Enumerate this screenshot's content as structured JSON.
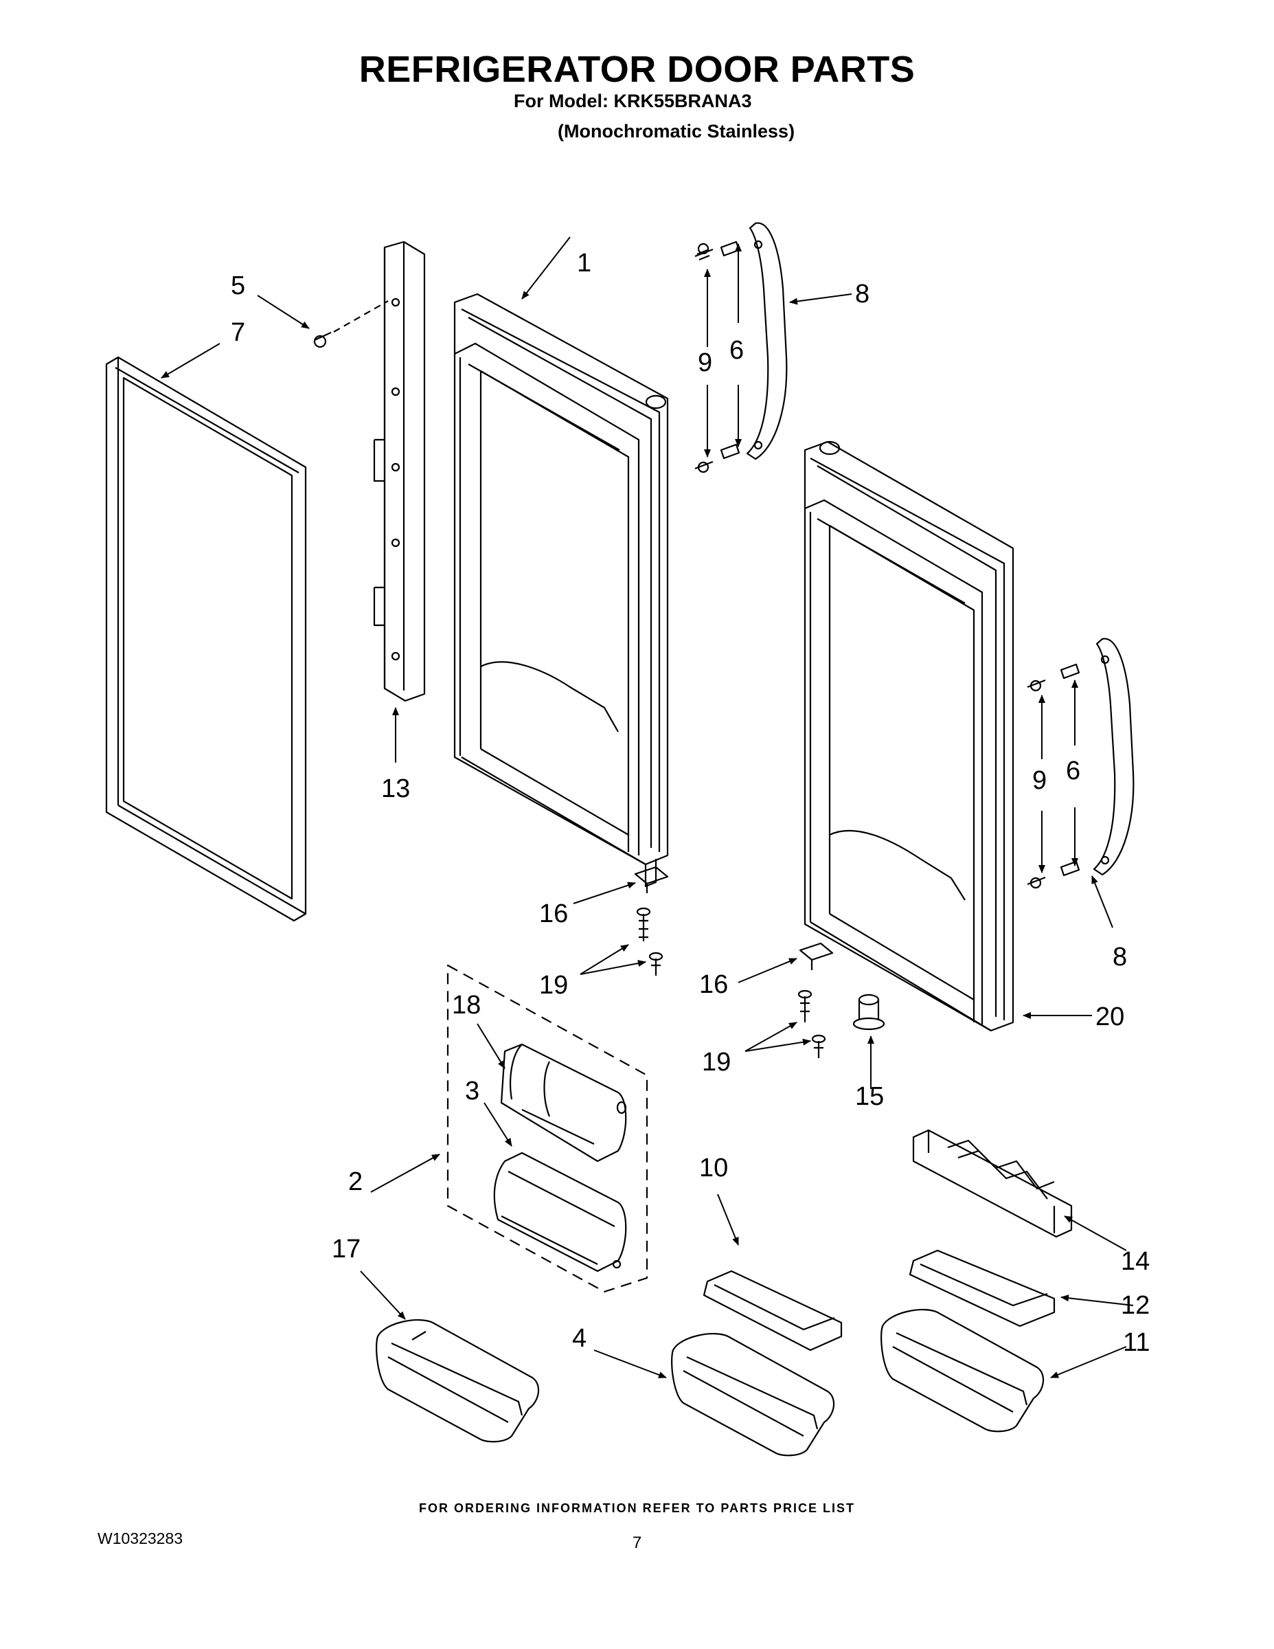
{
  "header": {
    "title": "REFRIGERATOR DOOR PARTS",
    "model_line": "For Model: KRK55BRANA3",
    "variant_line": "(Monochromatic Stainless)"
  },
  "callouts": {
    "c1": "1",
    "c2": "2",
    "c3": "3",
    "c4": "4",
    "c5": "5",
    "c6a": "6",
    "c6b": "6",
    "c7": "7",
    "c8a": "8",
    "c8b": "8",
    "c9a": "9",
    "c9b": "9",
    "c10": "10",
    "c11": "11",
    "c12": "12",
    "c13": "13",
    "c14": "14",
    "c15": "15",
    "c16a": "16",
    "c16b": "16",
    "c17": "17",
    "c18": "18",
    "c19a": "19",
    "c19b": "19",
    "c20": "20"
  },
  "footer": {
    "note": "FOR ORDERING INFORMATION REFER TO PARTS PRICE LIST",
    "doc_number": "W10323283",
    "page_number": "7"
  }
}
